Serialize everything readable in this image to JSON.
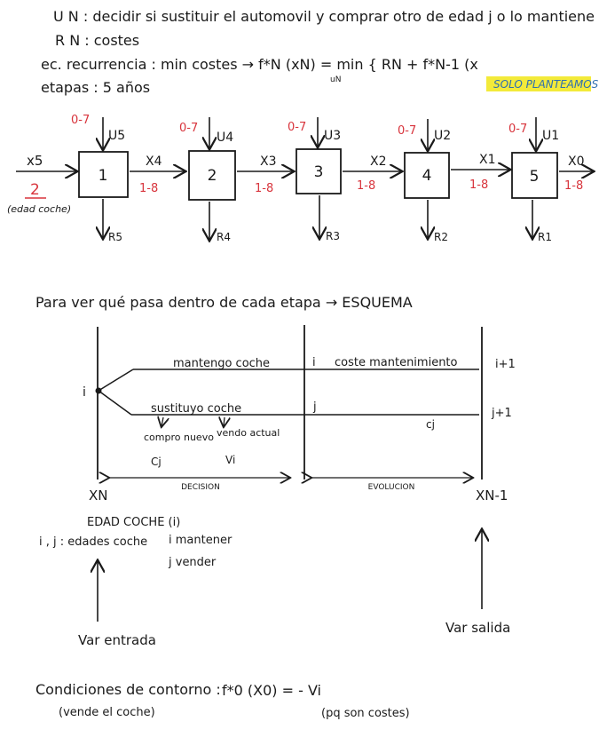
{
  "header": {
    "line1": "U N : decidir si sustituir el automovil y comprar otro de edad j o lo mantiene",
    "line2": "R N : costes",
    "line3": "ec. recurrencia : min costes → f*N (xN) = min { RN + f*N-1 (x",
    "line3_sub": "uN",
    "line4": "etapas : 5 años",
    "note": "SOLO PLANTEAMOS"
  },
  "stages": {
    "input_x": "x5",
    "input_value": "2",
    "input_note": "(edad coche)",
    "blocks": [
      {
        "label": "1",
        "decision": "U5",
        "decision_range": "0-7",
        "return": "R5",
        "out_state": "X4",
        "out_range": "1-8"
      },
      {
        "label": "2",
        "decision": "U4",
        "decision_range": "0-7",
        "return": "R4",
        "out_state": "X3",
        "out_range": "1-8"
      },
      {
        "label": "3",
        "decision": "U3",
        "decision_range": "0-7",
        "return": "R3",
        "out_state": "X2",
        "out_range": "1-8"
      },
      {
        "label": "4",
        "decision": "U2",
        "decision_range": "0-7",
        "return": "R2",
        "out_state": "X1",
        "out_range": "1-8"
      },
      {
        "label": "5",
        "decision": "U1",
        "decision_range": "0-7",
        "return": "R1",
        "out_state": "X0",
        "out_range": "1-8"
      }
    ]
  },
  "scheme": {
    "title": "Para ver qué pasa dentro de cada etapa → ESQUEMA",
    "node_i": "i",
    "keep": "mantengo coche",
    "replace": "sustituyo coche",
    "buy": "compro nuevo",
    "buy_cost": "Cj",
    "sell": "vendo actual",
    "sell_value": "Vi",
    "upper_i": "i",
    "upper_cost": "coste mantenimiento",
    "lower_j": "j",
    "cj": "cj",
    "right_upper": "i+1",
    "right_lower": "j+1",
    "decision": "DECISION",
    "evolution": "EVOLUCION",
    "xn": "XN",
    "xn1": "XN-1",
    "edad": "EDAD COCHE (i)",
    "ij": "i , j : edades coche",
    "opt_keep": "i mantener",
    "opt_sell": "j vender",
    "var_in": "Var entrada",
    "var_out": "Var salida"
  },
  "boundary": {
    "title": "Condiciones de contorno :",
    "sub": "(vende el coche)",
    "eq": "f*0 (X0) = - Vi",
    "note": "(pq son costes)"
  }
}
